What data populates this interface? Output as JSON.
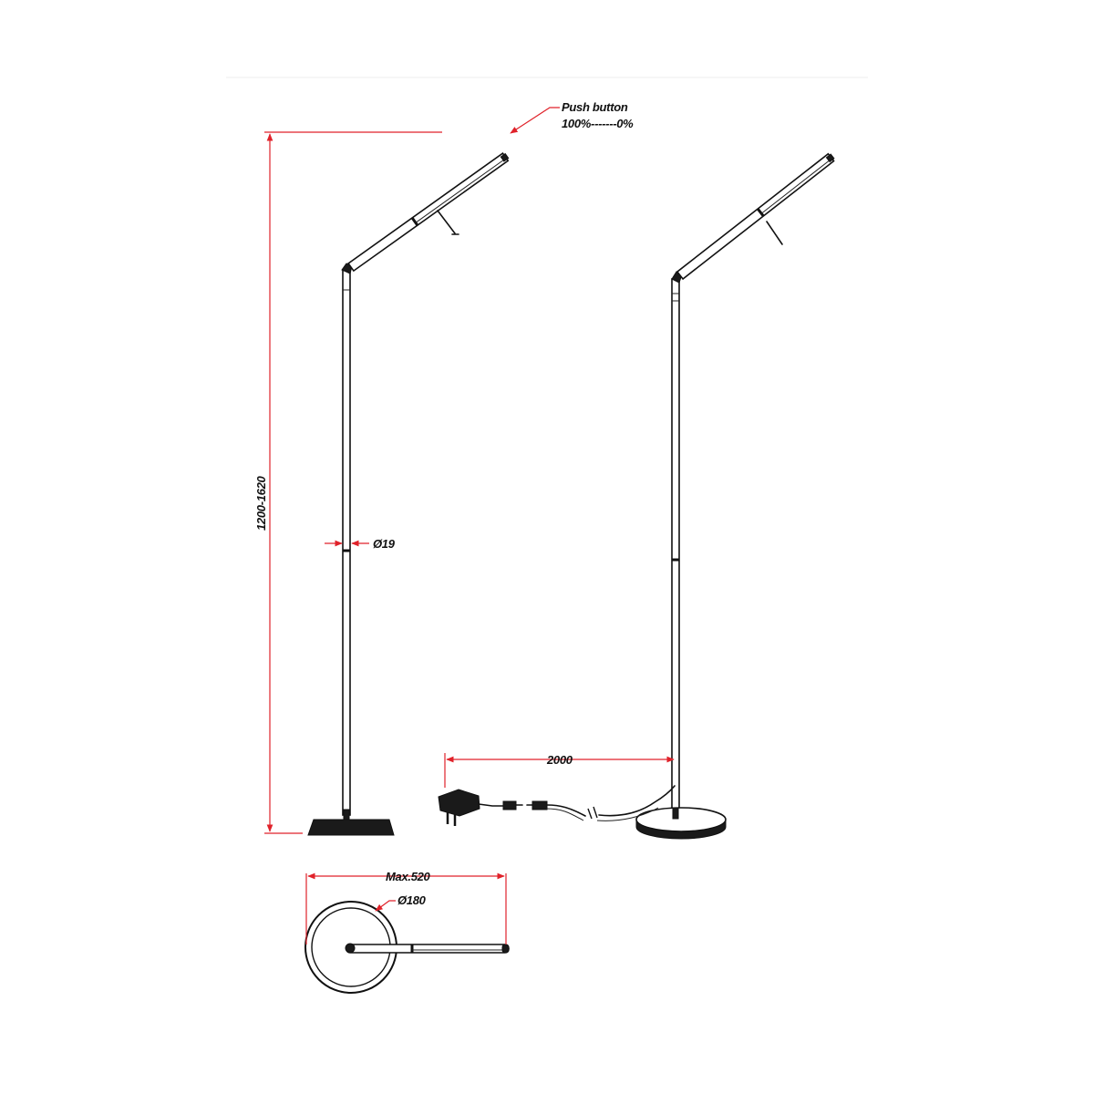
{
  "labels": {
    "push_button": "Push button",
    "dimmer_range": "100%-------0%",
    "height": "1200-1620",
    "pole_diameter": "Ø19",
    "cable_length": "2000",
    "max_reach": "Max.520",
    "base_diameter": "Ø180"
  },
  "colors": {
    "dimension": "#e0222a",
    "ink": "#111111",
    "divider": "#eeeeee"
  }
}
